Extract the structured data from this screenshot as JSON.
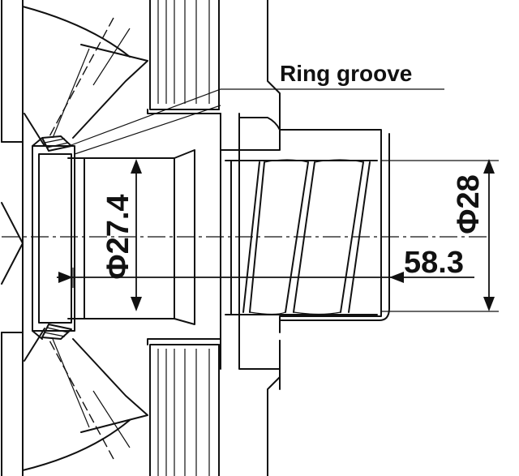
{
  "callouts": {
    "ring_groove": "Ring groove"
  },
  "dimensions": {
    "ring_groove_diameter": "Φ27.4",
    "bore_diameter": "Φ28",
    "depth": "58.3"
  }
}
